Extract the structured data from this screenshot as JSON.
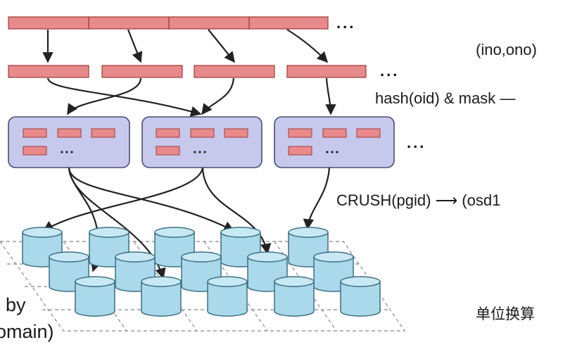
{
  "labels": {
    "oid_mapping": "(ino,ono)",
    "hash_mapping": "hash(oid) & mask",
    "crush_mapping": "CRUSH(pgid)",
    "osd_list": "(osd1",
    "by": "by",
    "domain": "omain)",
    "chinese_note": "单位换算",
    "ellipsis": "..."
  },
  "colors": {
    "object_fill": "#e98a8a",
    "object_stroke": "#9b3a3a",
    "pg_fill": "#c7c9ec",
    "pg_stroke": "#4b4d72",
    "osd_fill": "#a9d9ea",
    "osd_top": "#c8e9f4",
    "osd_stroke": "#3d6f83",
    "arrow": "#222222",
    "grid": "#9a9a9a"
  }
}
